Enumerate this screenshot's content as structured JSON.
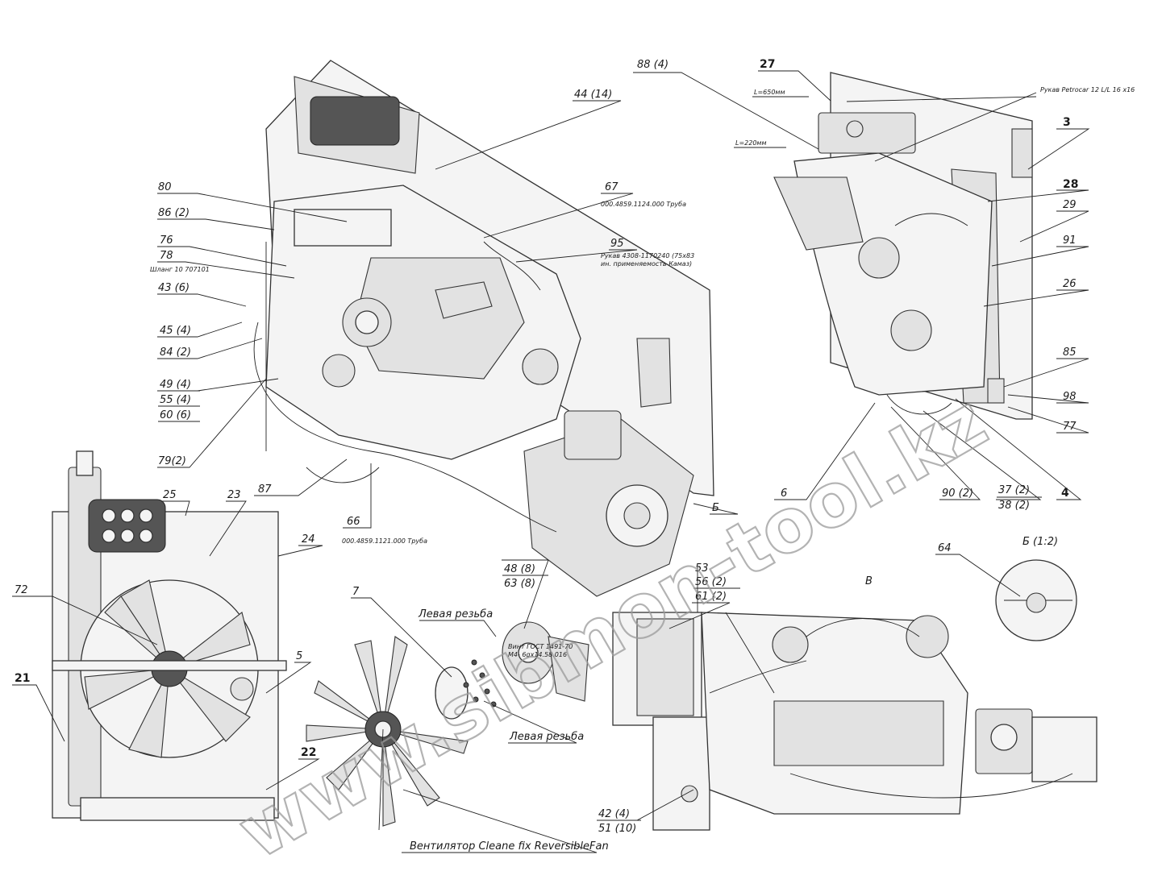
{
  "callouts": [
    {
      "id": "c44",
      "text": "44 (14)"
    },
    {
      "id": "c80",
      "text": "80"
    },
    {
      "id": "c86",
      "text": "86 (2)"
    },
    {
      "id": "c67",
      "text": "67"
    },
    {
      "id": "c76",
      "text": "76"
    },
    {
      "id": "c78",
      "text": "78"
    },
    {
      "id": "c95",
      "text": "95"
    },
    {
      "id": "c43",
      "text": "43 (6)"
    },
    {
      "id": "c45",
      "text": "45 (4)"
    },
    {
      "id": "c84",
      "text": "84 (2)"
    },
    {
      "id": "c49",
      "text": "49 (4)"
    },
    {
      "id": "c55",
      "text": "55 (4)"
    },
    {
      "id": "c60",
      "text": "60 (6)"
    },
    {
      "id": "c79",
      "text": "79(2)"
    },
    {
      "id": "c87",
      "text": "87"
    },
    {
      "id": "c66",
      "text": "66"
    },
    {
      "id": "cB",
      "text": "Б"
    },
    {
      "id": "c88",
      "text": "88 (4)"
    },
    {
      "id": "c27",
      "text": "27"
    },
    {
      "id": "c3",
      "text": "3"
    },
    {
      "id": "c28",
      "text": "28"
    },
    {
      "id": "c29",
      "text": "29"
    },
    {
      "id": "c91",
      "text": "91"
    },
    {
      "id": "c26",
      "text": "26"
    },
    {
      "id": "c85",
      "text": "85"
    },
    {
      "id": "c98",
      "text": "98"
    },
    {
      "id": "c77",
      "text": "77"
    },
    {
      "id": "c6",
      "text": "6"
    },
    {
      "id": "c90",
      "text": "90 (2)"
    },
    {
      "id": "c37",
      "text": "37 (2)"
    },
    {
      "id": "c38",
      "text": "38 (2)"
    },
    {
      "id": "c4",
      "text": "4"
    },
    {
      "id": "c25",
      "text": "25"
    },
    {
      "id": "c23",
      "text": "23"
    },
    {
      "id": "c24",
      "text": "24"
    },
    {
      "id": "c72",
      "text": "72"
    },
    {
      "id": "c5",
      "text": "5"
    },
    {
      "id": "c21",
      "text": "21"
    },
    {
      "id": "c22",
      "text": "22"
    },
    {
      "id": "c7",
      "text": "7"
    },
    {
      "id": "c48",
      "text": "48 (8)"
    },
    {
      "id": "c63",
      "text": "63 (8)"
    },
    {
      "id": "c53",
      "text": "53"
    },
    {
      "id": "c56",
      "text": "56 (2)"
    },
    {
      "id": "c61",
      "text": "61 (2)"
    },
    {
      "id": "cB2",
      "text": "Б (1:2)"
    },
    {
      "id": "c64",
      "text": "64"
    },
    {
      "id": "cV",
      "text": "В"
    },
    {
      "id": "c42",
      "text": "42 (4)"
    },
    {
      "id": "c51",
      "text": "51 (10)"
    }
  ],
  "notes": {
    "pipe67": "000.4859.1124.000 Труба",
    "sleeve95_line1": "Рукав 4308-1170240 (75х83",
    "sleeve95_line2": "ин. применяемость Камаз)",
    "hose78": "Шланг 10 707101",
    "pipe66": "000.4859.1121.000 Труба",
    "petrocar": "Рукав Petrocar 12 L/L 16 x16",
    "len650": "L=650мм",
    "len220": "L=220мм",
    "left_thread_1": "Левая резьба",
    "left_thread_2": "Левая резьба",
    "screw_line1": "Винт ГОСТ 1491-70",
    "screw_line2": "М4- 6gх14.58.016",
    "fan": "Вентилятор  Cleane fix ReversibleFan"
  },
  "watermark": "www.sibmon-tool.kz",
  "colors": {
    "line": "#222222",
    "part_fill": "#e2e2e2",
    "watermark": "#9a9a9a"
  }
}
